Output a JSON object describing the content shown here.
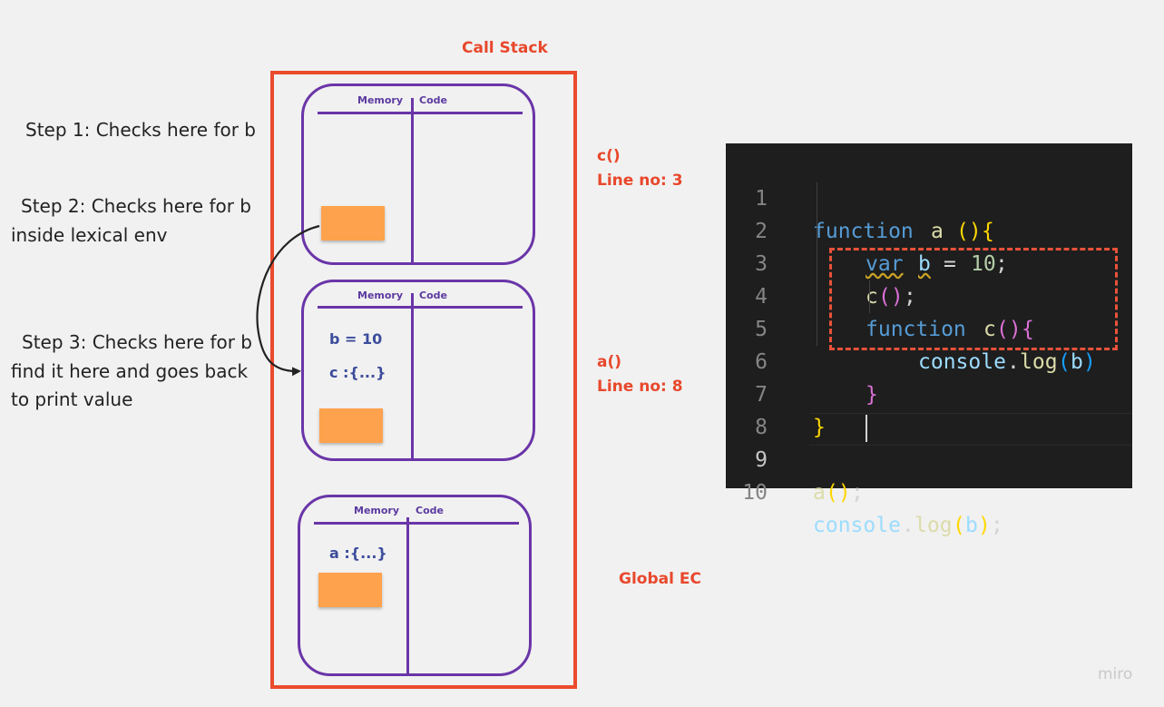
{
  "title": "Call Stack",
  "steps": {
    "step1": "Step 1: Checks here for b",
    "step2_line1": "Step 2: Checks here for b",
    "step2_line2": "inside lexical env",
    "step3_line1": "Step 3: Checks here for b",
    "step3_line2": "find it here and goes back",
    "step3_line3": "to print value"
  },
  "contexts": [
    {
      "header_memory": "Memory",
      "header_code": "Code",
      "label_line1": "c()",
      "label_line2": "Line no: 3",
      "memory_items": []
    },
    {
      "header_memory": "Memory",
      "header_code": "Code",
      "label_line1": "a()",
      "label_line2": "Line no: 8",
      "memory_items": [
        "b = 10",
        "c :{...}"
      ]
    },
    {
      "header_memory": "Memory",
      "header_code": "Code",
      "label_line1": "Global EC",
      "label_line2": "",
      "memory_items": [
        "a :{...}"
      ]
    }
  ],
  "code": {
    "lines": [
      {
        "no": "1",
        "text": "function a(){"
      },
      {
        "no": "2",
        "text": "    var b = 10;"
      },
      {
        "no": "3",
        "text": "    c();"
      },
      {
        "no": "4",
        "text": "    function c(){"
      },
      {
        "no": "5",
        "text": "        console.log(b)"
      },
      {
        "no": "6",
        "text": "    }"
      },
      {
        "no": "7",
        "text": "}"
      },
      {
        "no": "8",
        "text": ""
      },
      {
        "no": "9",
        "text": "a();"
      },
      {
        "no": "10",
        "text": "console.log(b);"
      }
    ]
  },
  "colors": {
    "accent_red": "#eb4b2d",
    "ec_purple": "#6a35a8",
    "sticky_orange": "#ffa24d",
    "code_bg": "#1e1e1e"
  },
  "watermark": "miro"
}
